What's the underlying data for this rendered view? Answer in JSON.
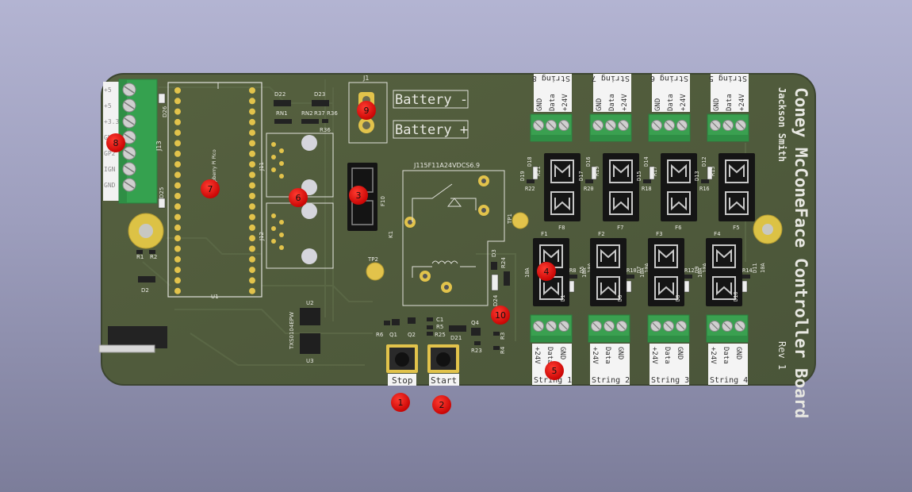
{
  "board": {
    "title": "Coney McConeFace Controller Board",
    "author": "Jackson Smith",
    "revision": "Rev 1"
  },
  "labels": {
    "j1": "J1",
    "battery_minus": "Battery -",
    "battery_plus": "Battery +",
    "relay_part": "J115F11A24VDCS6.9",
    "k1": "K1",
    "f10": "F10",
    "tp1": "TP1",
    "tp2": "TP2",
    "d22": "D22",
    "d23": "D23",
    "rn1": "RN1",
    "rn2": "RN2",
    "r37": "R37",
    "r36_a": "R36",
    "r36_b": "R36",
    "j11": "J11",
    "j12": "J12",
    "j13": "J13",
    "d26": "D26",
    "d25": "D25",
    "u1": "U1",
    "u2": "U2",
    "u3": "U3",
    "txs": "TXS0104EPW",
    "pico": "Raspberry Pi Pico",
    "r1": "R1",
    "r2": "R2",
    "d2": "D2",
    "r6": "R6",
    "q1": "Q1",
    "q2": "Q2",
    "c1": "C1",
    "r5": "R5",
    "r25": "R25",
    "d21": "D21",
    "q4": "Q4",
    "r23": "R23",
    "r3": "R3",
    "r4": "R4",
    "d3": "D3",
    "r24": "R24",
    "d24": "D24"
  },
  "header_pins": [
    "+5",
    "+5",
    "+3.3",
    "GND",
    "GP2",
    "IGN",
    "GND"
  ],
  "buttons": {
    "stop": "Stop",
    "start": "Start"
  },
  "top_strings": [
    {
      "name": "String 8",
      "pins": [
        "GND",
        "Data",
        "+24V"
      ]
    },
    {
      "name": "String 7",
      "pins": [
        "GND",
        "Data",
        "+24V"
      ]
    },
    {
      "name": "String 6",
      "pins": [
        "GND",
        "Data",
        "+24V"
      ]
    },
    {
      "name": "String 5",
      "pins": [
        "GND",
        "Data",
        "+24V"
      ]
    }
  ],
  "bottom_strings": [
    {
      "name": "String 1",
      "pins": [
        "+24V",
        "Data",
        "GND"
      ]
    },
    {
      "name": "String 2",
      "pins": [
        "+24V",
        "Data",
        "GND"
      ]
    },
    {
      "name": "String 3",
      "pins": [
        "+24V",
        "Data",
        "GND"
      ]
    },
    {
      "name": "String 4",
      "pins": [
        "+24V",
        "Data",
        "GND"
      ]
    }
  ],
  "fuses_top": [
    {
      "name": "F8",
      "led": "D19",
      "diode": "D18",
      "r1": "R21",
      "r2": "R22"
    },
    {
      "name": "F7",
      "led": "D17",
      "diode": "D16",
      "r1": "R19",
      "r2": "R20"
    },
    {
      "name": "F6",
      "led": "D15",
      "diode": "D14",
      "r1": "R17",
      "r2": "R18"
    },
    {
      "name": "F5",
      "led": "D13",
      "diode": "D12",
      "r1": "R15",
      "r2": "R16"
    }
  ],
  "fuses_bottom": [
    {
      "name": "F1",
      "rating": "10A",
      "r": "R8",
      "d": "D5",
      "d2": "D1"
    },
    {
      "name": "F2",
      "rating": "10A",
      "r": "R10",
      "d": "D7",
      "d2": "D6"
    },
    {
      "name": "F3",
      "rating": "10A",
      "r": "R12",
      "d": "D9",
      "d2": "D8"
    },
    {
      "name": "F4",
      "rating": "10A",
      "r": "R14",
      "d": "D11",
      "d2": "D10"
    }
  ],
  "markers": [
    "1",
    "2",
    "3",
    "4",
    "5",
    "6",
    "7",
    "8",
    "9",
    "10"
  ],
  "colors": {
    "pcb": "#4f5a40",
    "silkscreen": "#e8e8e2",
    "terminal_block": "#3aa050",
    "marker": "#e00000",
    "pad_gold": "#e2c34b"
  }
}
